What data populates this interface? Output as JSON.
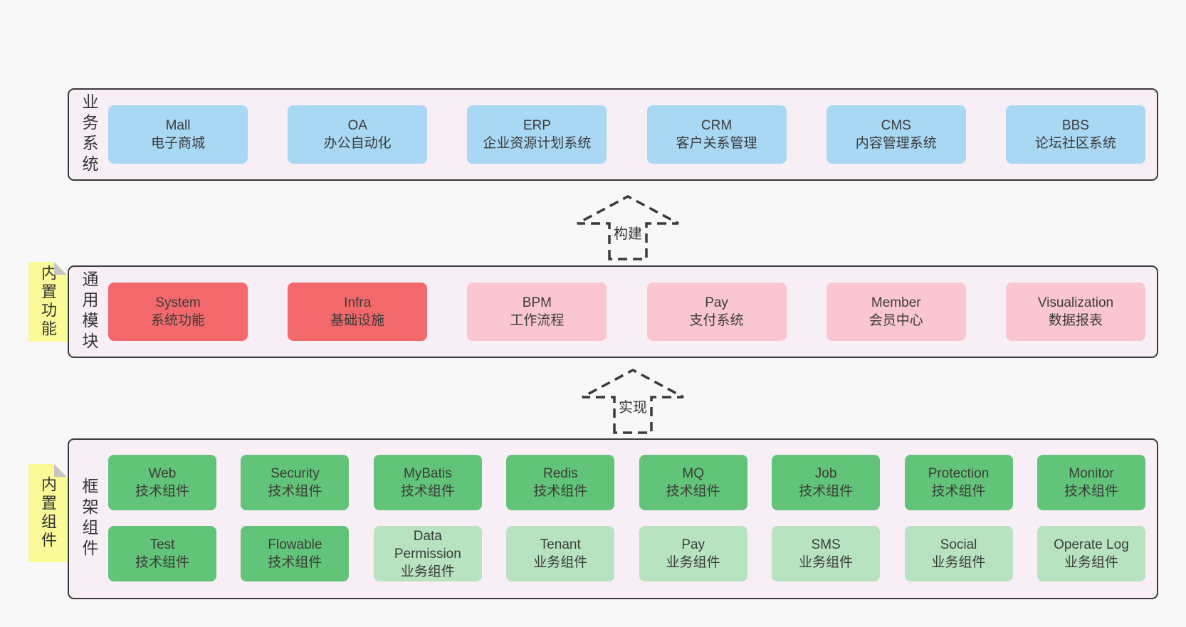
{
  "diagram": {
    "layer1": {
      "label": "业务系统",
      "boxes": [
        {
          "title": "Mall",
          "subtitle": "电子商城"
        },
        {
          "title": "OA",
          "subtitle": "办公自动化"
        },
        {
          "title": "ERP",
          "subtitle": "企业资源计划系统"
        },
        {
          "title": "CRM",
          "subtitle": "客户关系管理"
        },
        {
          "title": "CMS",
          "subtitle": "内容管理系统"
        },
        {
          "title": "BBS",
          "subtitle": "论坛社区系统"
        }
      ]
    },
    "arrow1": {
      "label": "构建"
    },
    "layer2": {
      "label": "通用模块",
      "sticky": "内置功能",
      "boxes": [
        {
          "title": "System",
          "subtitle": "系统功能"
        },
        {
          "title": "Infra",
          "subtitle": "基础设施"
        },
        {
          "title": "BPM",
          "subtitle": "工作流程"
        },
        {
          "title": "Pay",
          "subtitle": "支付系统"
        },
        {
          "title": "Member",
          "subtitle": "会员中心"
        },
        {
          "title": "Visualization",
          "subtitle": "数据报表"
        }
      ]
    },
    "arrow2": {
      "label": "实现"
    },
    "layer3": {
      "label": "框架组件",
      "sticky": "内置组件",
      "row1": [
        {
          "title": "Web",
          "subtitle": "技术组件"
        },
        {
          "title": "Security",
          "subtitle": "技术组件"
        },
        {
          "title": "MyBatis",
          "subtitle": "技术组件"
        },
        {
          "title": "Redis",
          "subtitle": "技术组件"
        },
        {
          "title": "MQ",
          "subtitle": "技术组件"
        },
        {
          "title": "Job",
          "subtitle": "技术组件"
        },
        {
          "title": "Protection",
          "subtitle": "技术组件"
        },
        {
          "title": "Monitor",
          "subtitle": "技术组件"
        }
      ],
      "row2": [
        {
          "title": "Test",
          "subtitle": "技术组件"
        },
        {
          "title": "Flowable",
          "subtitle": "技术组件"
        },
        {
          "title": "Data\nPermission",
          "subtitle": "业务组件"
        },
        {
          "title": "Tenant",
          "subtitle": "业务组件"
        },
        {
          "title": "Pay",
          "subtitle": "业务组件"
        },
        {
          "title": "SMS",
          "subtitle": "业务组件"
        },
        {
          "title": "Social",
          "subtitle": "业务组件"
        },
        {
          "title": "Operate Log",
          "subtitle": "业务组件"
        }
      ]
    }
  },
  "colors": {
    "page_bg": "#f8f8f8",
    "container_fill": "#f8eef6",
    "container_border": "#3a3a3a",
    "box_blue": "#a8d8f3",
    "box_red": "#f3696b",
    "box_pink": "#fac6cf",
    "box_green_dark": "#62c478",
    "box_green_light": "#b8e3c1",
    "sticky_yellow": "#fafa98",
    "sticky_fold_gray": "#c5c5c5",
    "arrow_stroke": "#3a3a3a",
    "text": "#3b3b3b"
  }
}
